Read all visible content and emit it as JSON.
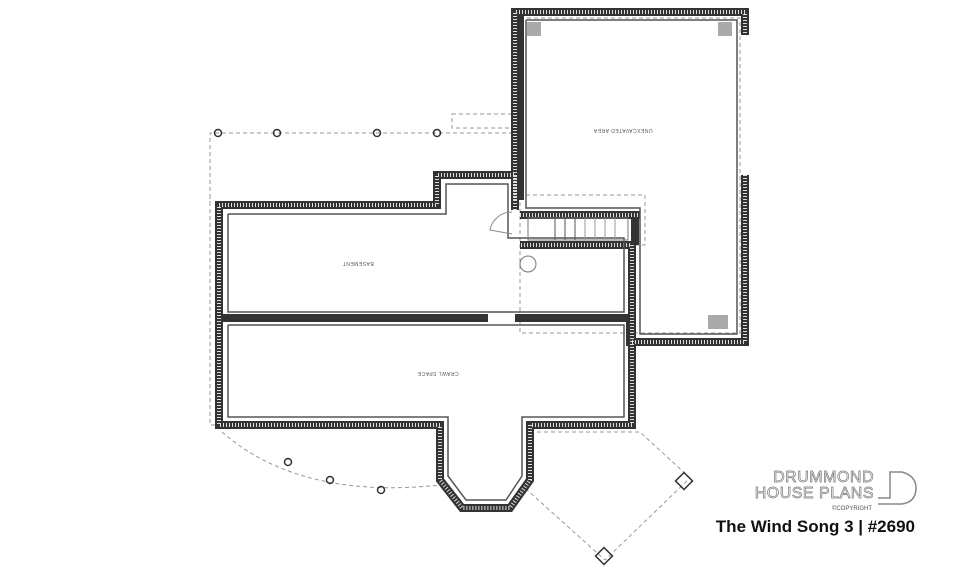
{
  "plan": {
    "rooms": [
      {
        "name": "basement",
        "label": "BASEMENT"
      },
      {
        "name": "unexcavated-area",
        "label": "UNEXCAVATED AREA"
      },
      {
        "name": "crawl-space",
        "label": "CRAWL SPACE"
      }
    ]
  },
  "branding": {
    "line1": "DRUMMOND",
    "line2": "HOUSE PLANS",
    "copyright": "©COPYRIGHT",
    "caption": "The Wind Song 3 | #2690"
  }
}
